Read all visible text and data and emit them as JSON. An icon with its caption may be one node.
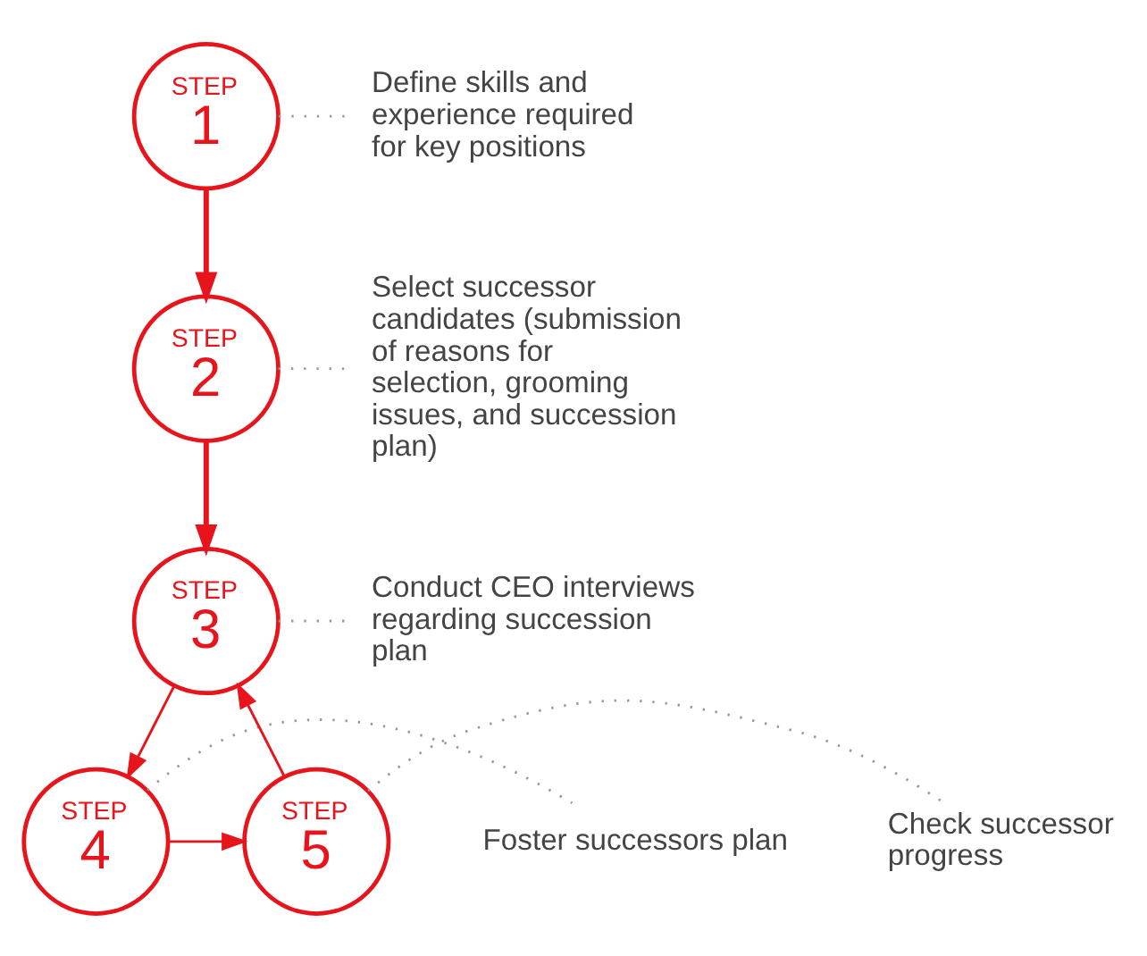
{
  "diagram": {
    "nodes": [
      {
        "text": [
          "STEP",
          "1"
        ]
      },
      {
        "text": [
          "Define skills and experience required for key positions"
        ]
      },
      {
        "text": [
          "STEP",
          "2"
        ]
      },
      {
        "text": [
          "Select successor candidates (submission of reasons for selection, grooming issues, and succession plan)"
        ]
      },
      {
        "text": [
          "STEP",
          "3"
        ]
      },
      {
        "text": [
          "Conduct CEO interviews regarding succession plan"
        ]
      },
      {
        "text": [
          "STEP",
          "4"
        ]
      },
      {
        "text": [
          "Foster successors plan"
        ]
      },
      {
        "text": [
          "STEP",
          "5"
        ]
      },
      {
        "text": [
          "Check successor progress"
        ]
      }
    ],
    "edges": [
      {
        "from": 0,
        "to": 2,
        "arrow": "to",
        "style": "thick"
      },
      {
        "from": 2,
        "to": 4,
        "arrow": "to",
        "style": "thick"
      },
      {
        "from": 4,
        "to": 6,
        "arrow": "to"
      },
      {
        "from": 6,
        "to": 8,
        "arrow": "to"
      },
      {
        "from": 8,
        "to": 4,
        "arrow": "to"
      },
      {
        "from": 0,
        "to": 1,
        "arrow": "none",
        "style": "dashed",
        "color": "#999999"
      },
      {
        "from": 2,
        "to": 3,
        "arrow": "none",
        "style": "dashed",
        "color": "#999999"
      },
      {
        "from": 4,
        "to": 5,
        "arrow": "none",
        "style": "dashed",
        "color": "#999999"
      },
      {
        "from": 6,
        "to": 7,
        "arrow": "none",
        "style": "dashed",
        "color": "#999999"
      },
      {
        "from": 8,
        "to": 9,
        "arrow": "none",
        "style": "dashed",
        "color": "#999999"
      }
    ]
  }
}
